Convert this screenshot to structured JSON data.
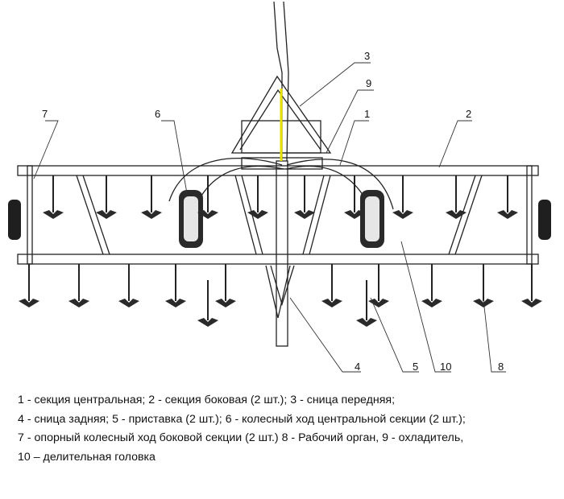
{
  "callouts": [
    {
      "number": "1"
    },
    {
      "number": "2"
    },
    {
      "number": "3"
    },
    {
      "number": "4"
    },
    {
      "number": "5"
    },
    {
      "number": "6"
    },
    {
      "number": "7"
    },
    {
      "number": "8"
    },
    {
      "number": "9"
    },
    {
      "number": "10"
    }
  ],
  "legend": {
    "lines": [
      "1 - секция центральная; 2 - секция боковая (2 шт.); 3 - сница передняя;",
      "4 - сница задняя; 5 - приставка (2 шт.); 6 - колесный ход центральной секции (2 шт.);",
      "7 - опорный колесный ход боковой секции (2 шт.) 8 - Рабочий орган, 9 - охладитель,",
      "10 – делительная головка"
    ]
  },
  "colors": {
    "line": "#222222",
    "accent": "#e8e000",
    "background": "#ffffff"
  }
}
